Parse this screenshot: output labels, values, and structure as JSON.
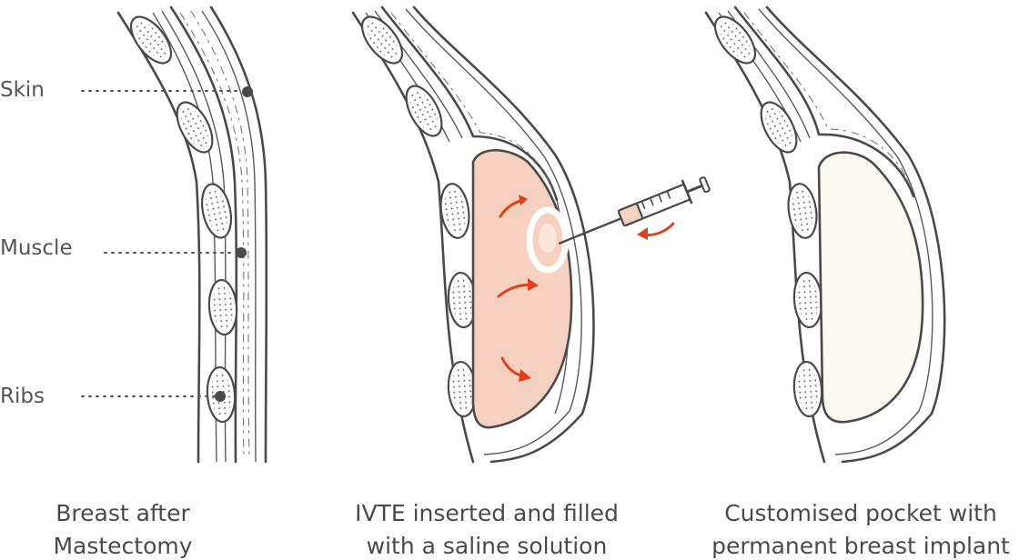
{
  "labels": {
    "skin": "Skin",
    "muscle": "Muscle",
    "ribs": "Ribs"
  },
  "panels": [
    {
      "caption_line1": "Breast after",
      "caption_line2": "Mastectomy"
    },
    {
      "caption_line1": "IVTE inserted and filled",
      "caption_line2": "with a saline solution"
    },
    {
      "caption_line1": "Customised pocket with",
      "caption_line2": "permanent breast implant"
    }
  ],
  "icons": {
    "syringe": "syringe-icon",
    "flow_arrows": "arrow-icon"
  },
  "colors": {
    "line": "#4a4a4a",
    "expander_fill": "#f6d1bf",
    "implant_fill": "#fcf9f3",
    "arrow_red": "#e0401c",
    "text": "#555555"
  }
}
